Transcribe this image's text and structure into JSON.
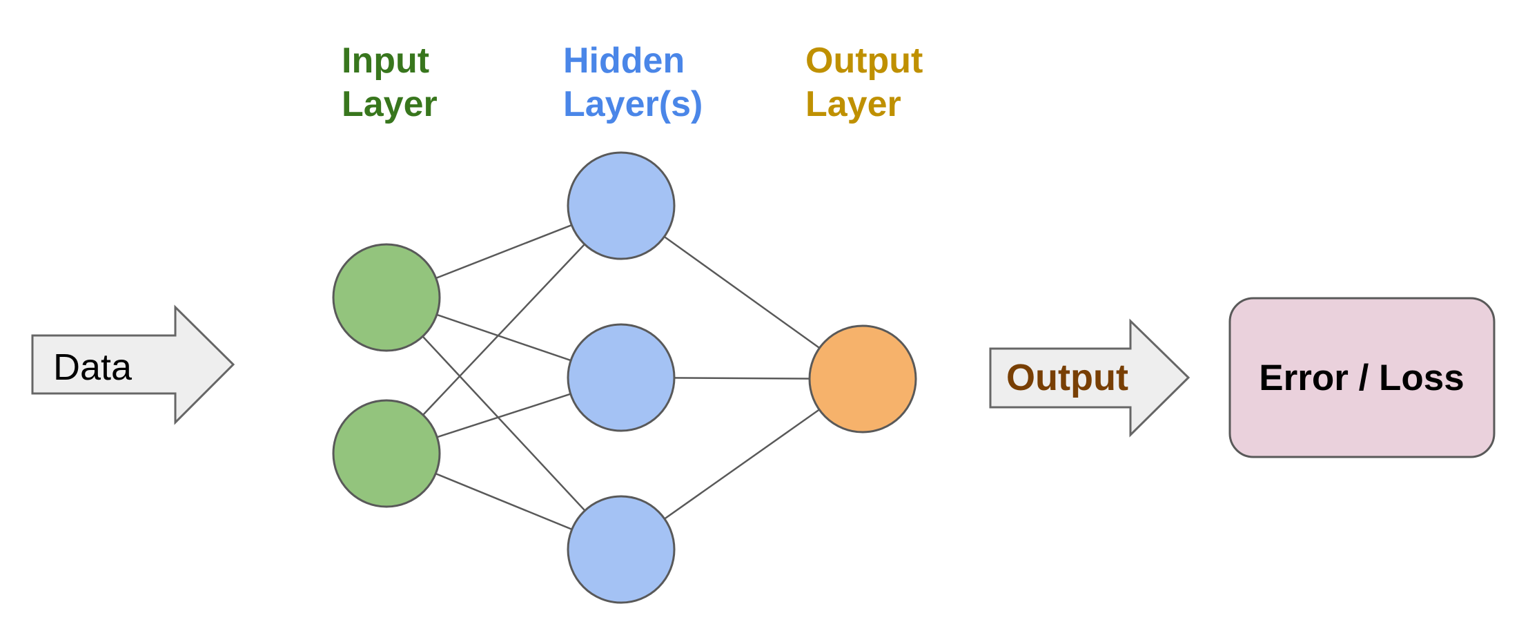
{
  "colors": {
    "background": "#ffffff",
    "input_node_fill": "#93c47d",
    "hidden_node_fill": "#a4c2f4",
    "output_node_fill": "#f6b26b",
    "node_stroke": "#595959",
    "connection_line": "#595959",
    "arrow_fill": "#eeeeee",
    "arrow_stroke": "#666666",
    "error_box_fill": "#ead1dc",
    "error_box_stroke": "#595959",
    "input_label_color": "#38761d",
    "hidden_label_color": "#4a86e8",
    "output_label_color": "#bf9000",
    "data_label_color": "#000000",
    "output_arrow_label_color": "#783f04",
    "error_label_color": "#000000"
  },
  "layer_labels": {
    "input": {
      "line1": "Input",
      "line2": "Layer"
    },
    "hidden": {
      "line1": "Hidden",
      "line2": "Layer(s)"
    },
    "output": {
      "line1": "Output",
      "line2": "Layer"
    }
  },
  "flow": {
    "data_arrow_label": "Data",
    "output_arrow_label": "Output",
    "error_box_label": "Error / Loss"
  },
  "network": {
    "input_nodes": 2,
    "hidden_nodes": 3,
    "output_nodes": 1
  }
}
